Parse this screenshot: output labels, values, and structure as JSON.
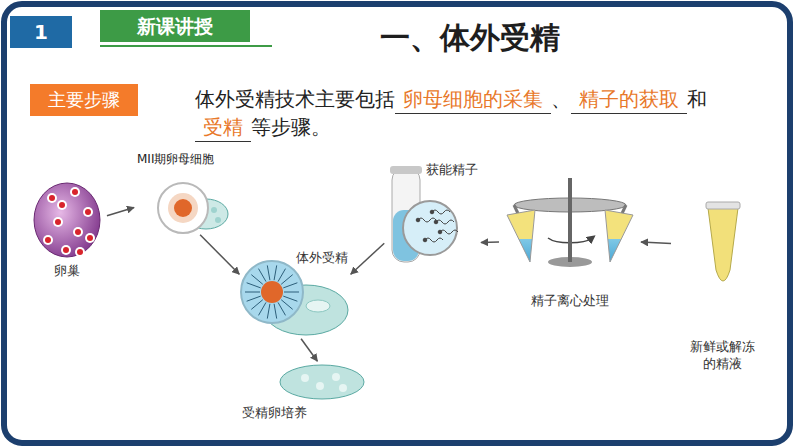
{
  "diagram": {
    "title": "一、体外受精",
    "nodes": [
      {
        "text": [
          "1"
        ]
      },
      {
        "text": [
          "新课讲授"
        ]
      },
      {
        "text": [
          "主要步骤"
        ]
      },
      {
        "text": [
          "卵巢"
        ]
      },
      {
        "text": [
          "MII期卵母细胞"
        ]
      },
      {
        "text": [
          "体外受精"
        ]
      },
      {
        "text": [
          "受精卵培养"
        ]
      },
      {
        "text": [
          "获能精子"
        ]
      },
      {
        "text": [
          "精子离心处理"
        ]
      },
      {
        "text": [
          "新鲜或解冻的精液"
        ]
      }
    ],
    "edges": [
      {
        "from": 3,
        "to": 4,
        "arrow": "to"
      },
      {
        "from": 4,
        "to": 5,
        "arrow": "to"
      },
      {
        "from": 7,
        "to": 5,
        "arrow": "to"
      },
      {
        "from": 5,
        "to": 6,
        "arrow": "to"
      },
      {
        "from": 8,
        "to": 7,
        "arrow": "to"
      },
      {
        "from": 9,
        "to": 8,
        "arrow": "to"
      }
    ],
    "labels": [
      "体外受精技术主要包括",
      "卵母细胞的采集",
      "、",
      "精子的获取",
      "和",
      "受精",
      "等步骤。"
    ]
  }
}
